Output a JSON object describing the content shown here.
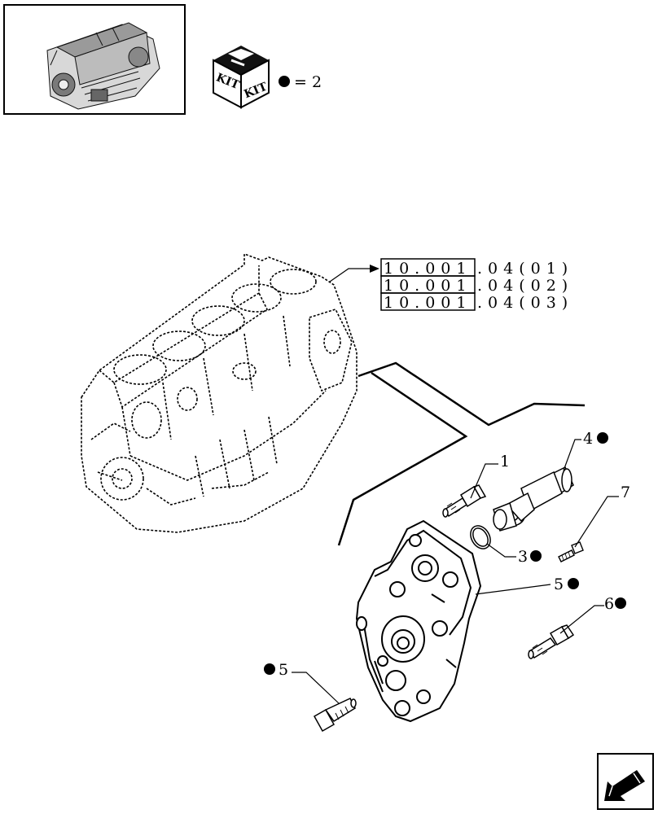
{
  "kit_legend": {
    "icon_text_left": "KIT",
    "icon_text_right": "KIT",
    "equals_text": "= 2"
  },
  "references": [
    {
      "boxed": "10.001",
      "suffix": ".04(01)"
    },
    {
      "boxed": "10.001",
      "suffix": ".04(02)"
    },
    {
      "boxed": "10.001",
      "suffix": ".04(03)"
    }
  ],
  "callouts": {
    "c1": "1",
    "c3": "3",
    "c4": "4",
    "c5_right": "5",
    "c5_left": "5",
    "c6": "6",
    "c7": "7"
  },
  "icons": [
    "engine-thumbnail",
    "kit-box-icon",
    "bullet-dot-icon",
    "next-page-arrow-icon"
  ]
}
